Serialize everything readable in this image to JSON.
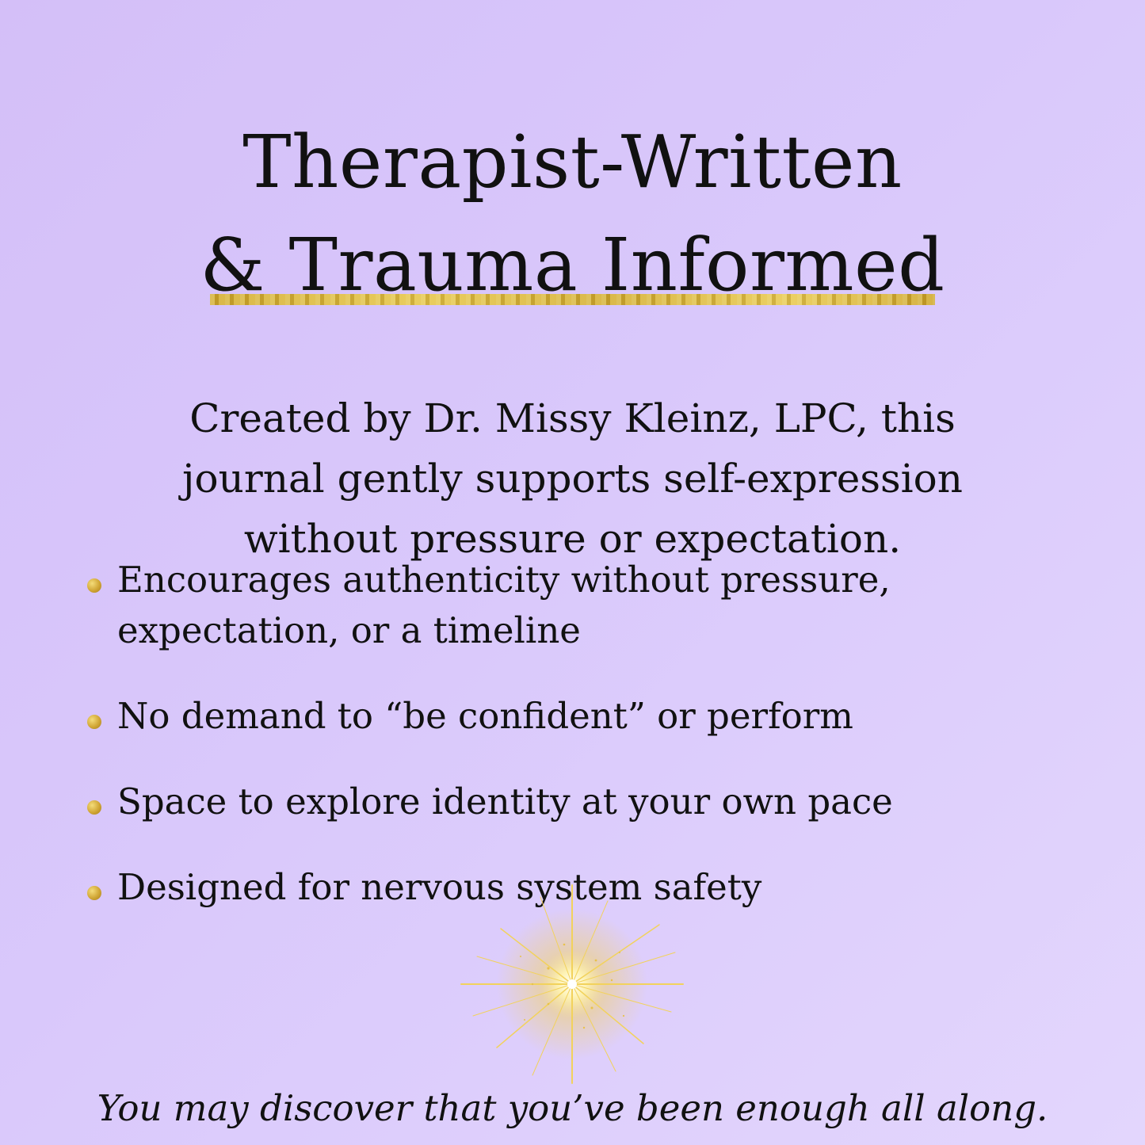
{
  "title": {
    "line1": "Therapist-Written",
    "line2": "& Trauma Informed"
  },
  "intro": "Created by Dr. Missy Kleinz, LPC, this journal gently supports self-expression without pressure or expectation.",
  "bullets": [
    "Encourages authenticity without pressure, expectation, or a timeline",
    "No demand to “be confident” or perform",
    "Space to explore identity at your own pace",
    "Designed for nervous system safety"
  ],
  "tagline": "You may discover that you’ve been enough all along.",
  "colors": {
    "background_start": "#d4bff8",
    "background_end": "#e3d6fd",
    "gold": "#d4b03a",
    "text": "#111111"
  },
  "icons": {
    "bullet": "gold-dot-icon",
    "sparkle": "gold-sparkle-icon"
  }
}
